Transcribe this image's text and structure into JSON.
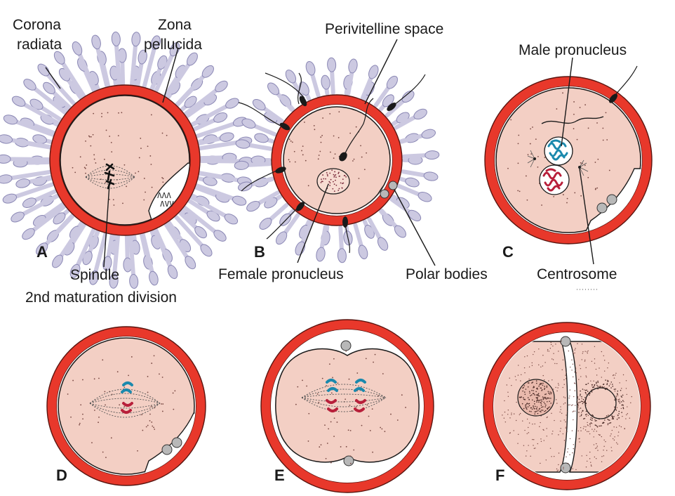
{
  "colors": {
    "zona": "#e8382b",
    "zona_stroke": "#5a1510",
    "cytoplasm": "#f3cfc4",
    "corona": "#ccc9e1",
    "corona_stroke": "#8a87b4",
    "male_chrom": "#1b89ad",
    "female_chrom": "#b81f3a",
    "polar": "#b8b8b8"
  },
  "labels": {
    "corona_1": "Corona",
    "corona_2": "radiata",
    "zona_1": "Zona",
    "zona_2": "pellucida",
    "spindle_1": "Spindle",
    "spindle_2": "2nd maturation division",
    "perivitelline": "Perivitelline space",
    "female_pronucleus": "Female pronucleus",
    "polar_bodies": "Polar bodies",
    "male_pronucleus": "Male pronucleus",
    "centrosome": "Centrosome"
  },
  "panels": {
    "a": "A",
    "b": "B",
    "c": "C",
    "d": "D",
    "e": "E",
    "f": "F"
  }
}
